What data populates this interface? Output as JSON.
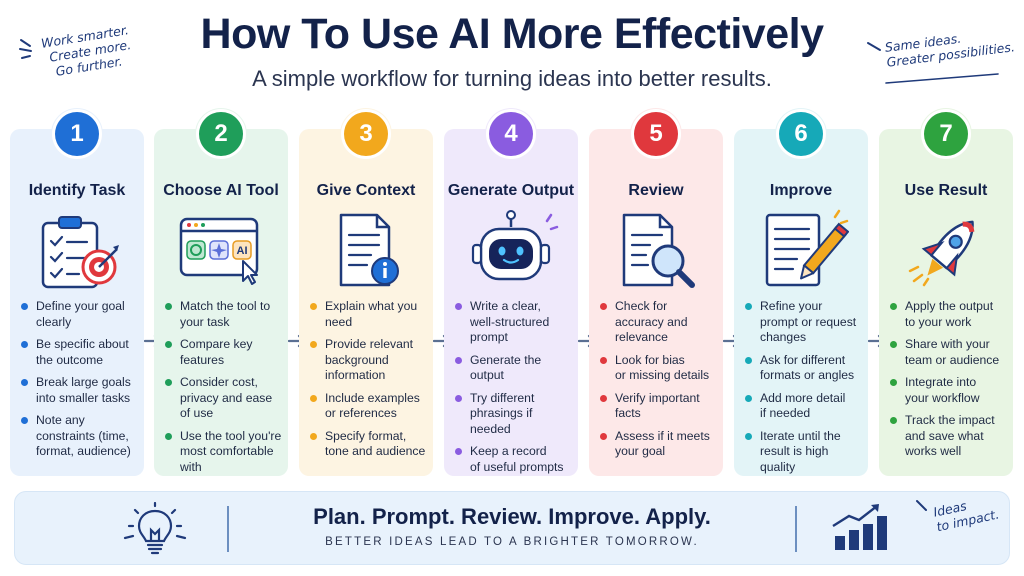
{
  "header": {
    "title": "How To Use AI More Effectively",
    "subtitle": "A simple workflow for turning ideas into better results."
  },
  "notes": {
    "top_left": [
      "Work smarter.",
      "Create more.",
      "Go further."
    ],
    "top_right": [
      "Same ideas.",
      "Greater possibilities."
    ],
    "bottom_right": [
      "Ideas",
      "to impact."
    ]
  },
  "steps": [
    {
      "number": "1",
      "title": "Identify Task",
      "color": "#1f6fd6",
      "bg": "#e8f1fc",
      "icon": "checklist-target-icon",
      "bullets": [
        [
          "Define your goal",
          "clearly"
        ],
        [
          "Be specific about",
          "the outcome"
        ],
        [
          "Break large goals",
          "into smaller tasks"
        ],
        [
          "Note any",
          "constraints (time,",
          "format, audience)"
        ]
      ]
    },
    {
      "number": "2",
      "title": "Choose AI Tool",
      "color": "#1f9e5a",
      "bg": "#e6f5ec",
      "icon": "ai-app-window-icon",
      "bullets": [
        [
          "Match the tool to",
          "your task"
        ],
        [
          "Compare key",
          "features"
        ],
        [
          "Consider cost,",
          "privacy and ease",
          "of use"
        ],
        [
          "Use the tool you're",
          "most comfortable",
          "with"
        ]
      ]
    },
    {
      "number": "3",
      "title": "Give Context",
      "color": "#f2a81d",
      "bg": "#fdf4e2",
      "icon": "document-info-icon",
      "bullets": [
        [
          "Explain what you",
          "need"
        ],
        [
          "Provide relevant",
          "background",
          "information"
        ],
        [
          "Include examples",
          "or references"
        ],
        [
          "Specify format,",
          "tone and audience"
        ]
      ]
    },
    {
      "number": "4",
      "title": "Generate Output",
      "color": "#8a5ce0",
      "bg": "#efe9fb",
      "icon": "robot-icon",
      "bullets": [
        [
          "Write a clear,",
          "well-structured",
          "prompt"
        ],
        [
          "Generate the",
          "output"
        ],
        [
          "Try different",
          "phrasings if needed"
        ],
        [
          "Keep a record",
          "of useful prompts"
        ]
      ]
    },
    {
      "number": "5",
      "title": "Review",
      "color": "#e0383d",
      "bg": "#fde8e8",
      "icon": "document-magnifier-icon",
      "bullets": [
        [
          "Check for",
          "accuracy and",
          "relevance"
        ],
        [
          "Look for bias",
          "or missing details"
        ],
        [
          "Verify important",
          "facts"
        ],
        [
          "Assess if it meets",
          "your goal"
        ]
      ]
    },
    {
      "number": "6",
      "title": "Improve",
      "color": "#16a9b8",
      "bg": "#e3f4f7",
      "icon": "document-pencil-icon",
      "bullets": [
        [
          "Refine your",
          "prompt or request",
          "changes"
        ],
        [
          "Ask for different",
          "formats or angles"
        ],
        [
          "Add more detail",
          "if needed"
        ],
        [
          "Iterate until the",
          "result is high",
          "quality"
        ]
      ]
    },
    {
      "number": "7",
      "title": "Use Result",
      "color": "#2ea33f",
      "bg": "#e8f5e3",
      "icon": "rocket-icon",
      "bullets": [
        [
          "Apply the output",
          "to your work"
        ],
        [
          "Share with your",
          "team or audience"
        ],
        [
          "Integrate into",
          "your workflow"
        ],
        [
          "Track the impact",
          "and save what",
          "works well"
        ]
      ]
    }
  ],
  "banner": {
    "main": "Plan. Prompt. Review. Improve. Apply.",
    "sub": "BETTER IDEAS LEAD TO A BRIGHTER TOMORROW.",
    "left_icon": "lightbulb-icon",
    "right_icon": "growth-chart-icon"
  },
  "ai_tool_icon_label": "AI"
}
